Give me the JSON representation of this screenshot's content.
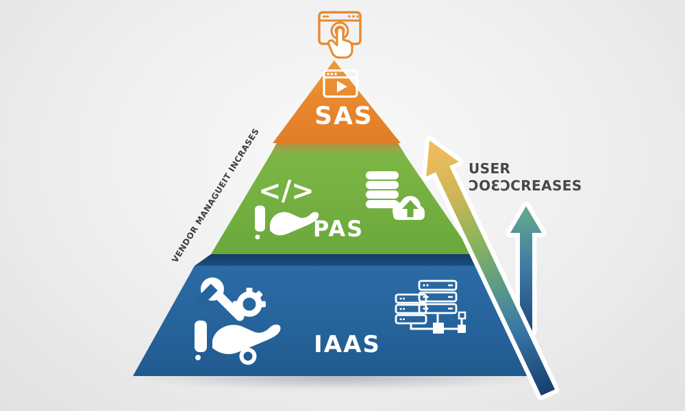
{
  "tiers": [
    {
      "id": "saas",
      "label": "SAS",
      "color": "#E8862D",
      "icon": "browser-play-icon"
    },
    {
      "id": "paas",
      "label": "PAS",
      "color": "#72AE3F",
      "icons": [
        "code-hand-icon",
        "database-cloud-upload-icon"
      ]
    },
    {
      "id": "iaas",
      "label": "IAAS",
      "color": "#26639B",
      "icons": [
        "wrench-gear-hand-icon",
        "server-network-icon"
      ]
    }
  ],
  "apex_icon": "browser-tap-cursor-icon",
  "labels": {
    "left_rotated": "VENDOR MANAGUEIT INCRASES",
    "right_line1": "USER",
    "right_line2": "ƆOƐϽCREASES"
  },
  "glyphs": {
    "code": "</>"
  },
  "colors": {
    "saas_orange": "#E8862D",
    "paas_green": "#72AE3F",
    "iaas_blue": "#26639B",
    "divider_navy": "#1B4E7C",
    "arrow_yellow": "#F0BC5C",
    "arrow_green": "#8CB45A",
    "arrow_teal": "#5EA98C",
    "arrow_blue": "#1C4C80",
    "text_dark": "#474747",
    "background": "#EFEFF1"
  }
}
